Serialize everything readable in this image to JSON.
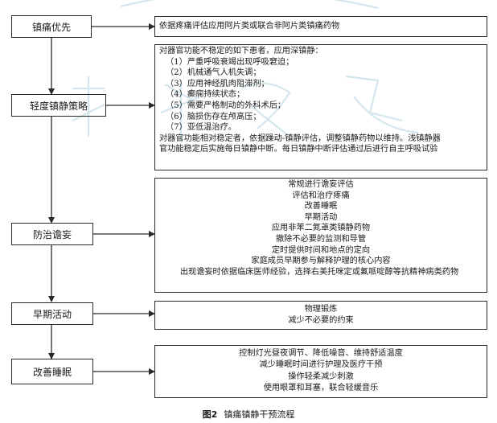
{
  "watermark": {
    "color": "#cfe4ec"
  },
  "steps": [
    {
      "label": "镇痛优先",
      "content": [
        "依据疼痛评估应用阿片类或联合非阿片类镇痛药物"
      ]
    },
    {
      "label": "轻度镇静策略",
      "content": [
        "对器官功能不稳定的如下患者，应用深镇静：",
        "（1）严重呼吸衰竭出现呼吸窘迫；",
        "（2）机械通气人机失调；",
        "（3）应用神经肌肉阻滞剂；",
        "（4）癫痫持续状态；",
        "（5）需要严格制动的外科术后；",
        "（6）脑损伤存在颅高压；",
        "（7）亚低温治疗。",
        "对器官功能相对稳定者，依据躁动-镇静评估，调整镇静药物以维持。浅镇静器",
        "官功能稳定后实施每日镇静中断。每日镇静中断评估通过后进行自主呼吸试验"
      ]
    },
    {
      "label": "防治谵妄",
      "content": [
        "常规进行谵妄评估",
        "评估和治疗疼痛",
        "改善睡眠",
        "早期活动",
        "应用非苯二氮䓬类镇静药物",
        "撤除不必要的监测和导管",
        "定时提供时间和地点的定向",
        "家庭成员早期参与解释护理的核心内容",
        "出现谵妄时依据临床医师经验，选择右美托咪定或氟哌啶醇等抗精神病类药物"
      ]
    },
    {
      "label": "早期活动",
      "content": [
        "物理锻炼",
        "减少不必要的约束"
      ]
    },
    {
      "label": "改善睡眠",
      "content": [
        "控制灯光昼夜调节、降低噪音、维持舒适温度",
        "减少睡眠时间进行护理及医疗干预",
        "操作轻柔减少刺激",
        "使用眼罩和耳塞，联合轻缓音乐"
      ]
    }
  ],
  "caption": {
    "figure_number": "图2",
    "title": "镇痛镇静干预流程"
  }
}
